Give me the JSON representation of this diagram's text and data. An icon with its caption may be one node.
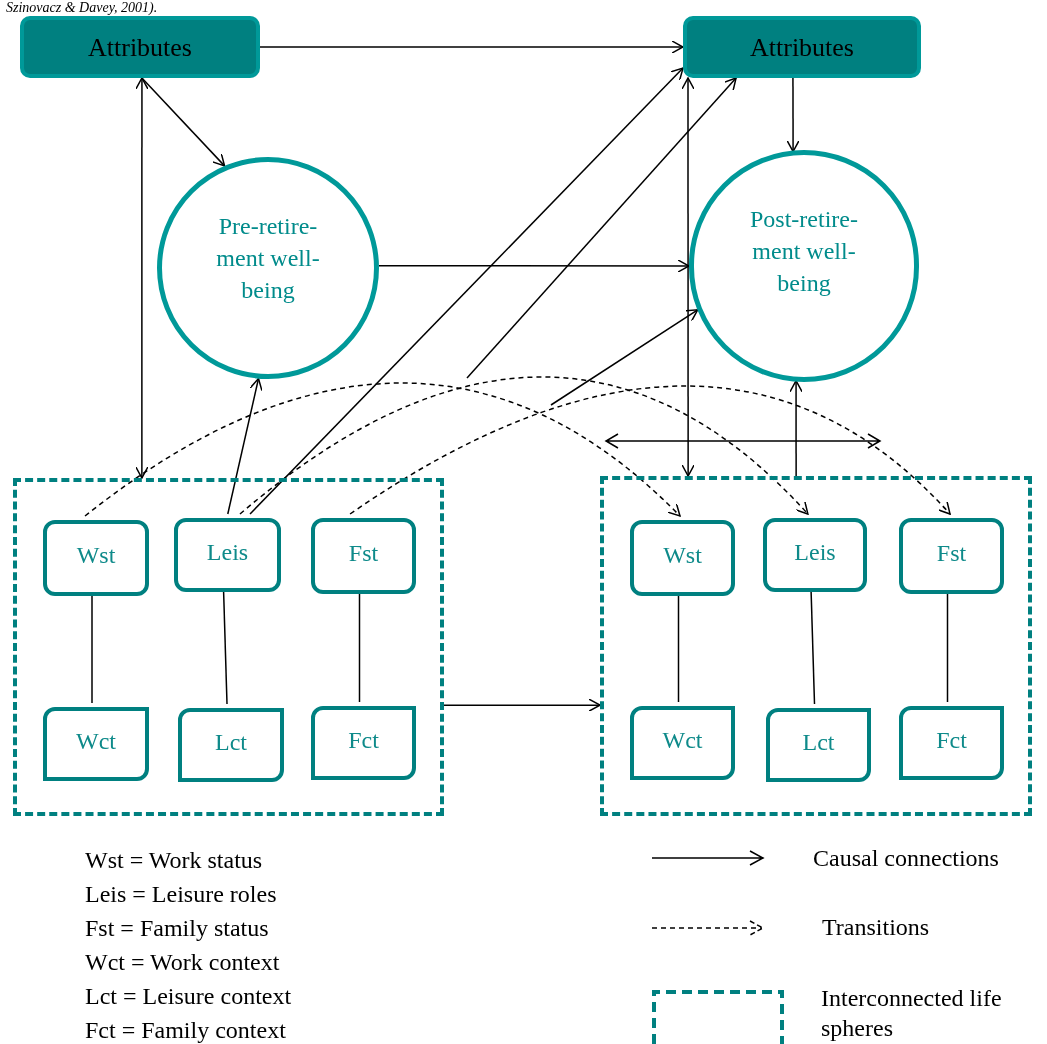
{
  "diagram": {
    "nodes": [
      {
        "text": [
          "Attributes"
        ]
      },
      {
        "text": [
          "Attributes"
        ]
      },
      {
        "text": [
          "Pre-retire- ment well- being"
        ]
      },
      {
        "text": [
          "Post-retire- ment well- being"
        ]
      },
      {
        "text": [],
        "shape": "box"
      },
      {
        "text": [
          "Wst"
        ],
        "in": 4
      },
      {
        "text": [
          "Leis"
        ],
        "in": 4
      },
      {
        "text": [
          "Fst"
        ],
        "in": 4
      },
      {
        "text": [
          "Wct"
        ],
        "in": 4
      },
      {
        "text": [
          "Lct"
        ],
        "in": 4
      },
      {
        "text": [
          "Fct"
        ],
        "in": 4
      },
      {
        "text": [],
        "shape": "box"
      },
      {
        "text": [
          "Wst"
        ],
        "in": 11
      },
      {
        "text": [
          "Leis"
        ],
        "in": 11
      },
      {
        "text": [
          "Fst"
        ],
        "in": 11
      },
      {
        "text": [
          "Wct"
        ],
        "in": 11
      },
      {
        "text": [
          "Lct"
        ],
        "in": 11
      },
      {
        "text": [
          "Fct"
        ],
        "in": 11
      }
    ],
    "edges": [
      {
        "from": 0,
        "to": 1,
        "arrow": "to"
      },
      {
        "from": 0,
        "to": 4,
        "arrow": "both"
      },
      {
        "from": 0,
        "to": 2,
        "arrow": "to"
      },
      {
        "from": 2,
        "to": 3,
        "arrow": "to"
      },
      {
        "from": 6,
        "to": 2,
        "arrow": "to"
      },
      {
        "from": 6,
        "to": 1,
        "arrow": "to"
      },
      {
        "from": null,
        "to": 1,
        "arrow": "to"
      },
      {
        "from": null,
        "to": 3,
        "arrow": "to"
      },
      {
        "from": 1,
        "to": 11,
        "arrow": "both"
      },
      {
        "from": 1,
        "to": 3,
        "arrow": "to"
      },
      {
        "from": 11,
        "to": 3,
        "arrow": "to"
      },
      {
        "from": 5,
        "to": 12,
        "arrow": "to",
        "style": "dashed"
      },
      {
        "from": 6,
        "to": 13,
        "arrow": "to",
        "style": "dashed"
      },
      {
        "from": 7,
        "to": 14,
        "arrow": "to",
        "style": "dashed"
      },
      {
        "from": 5,
        "to": 8,
        "arrow": "none"
      },
      {
        "from": 6,
        "to": 9,
        "arrow": "none"
      },
      {
        "from": 7,
        "to": 10,
        "arrow": "none"
      },
      {
        "from": 12,
        "to": 15,
        "arrow": "none"
      },
      {
        "from": 13,
        "to": 16,
        "arrow": "none"
      },
      {
        "from": 14,
        "to": 17,
        "arrow": "none"
      },
      {
        "from": 4,
        "to": 11,
        "arrow": "to"
      }
    ],
    "labels": [
      "Szinovacz & Davey, 2001).",
      "Wst = Work status",
      "Leis = Leisure roles",
      "Fst = Family status",
      "Wct = Work context",
      "Lct = Leisure context",
      "Fct = Family context"
    ],
    "legend": [
      {
        "text": "Causal connections"
      },
      {
        "text": "Transitions"
      },
      {
        "text": "Interconnected life spheres"
      }
    ]
  }
}
